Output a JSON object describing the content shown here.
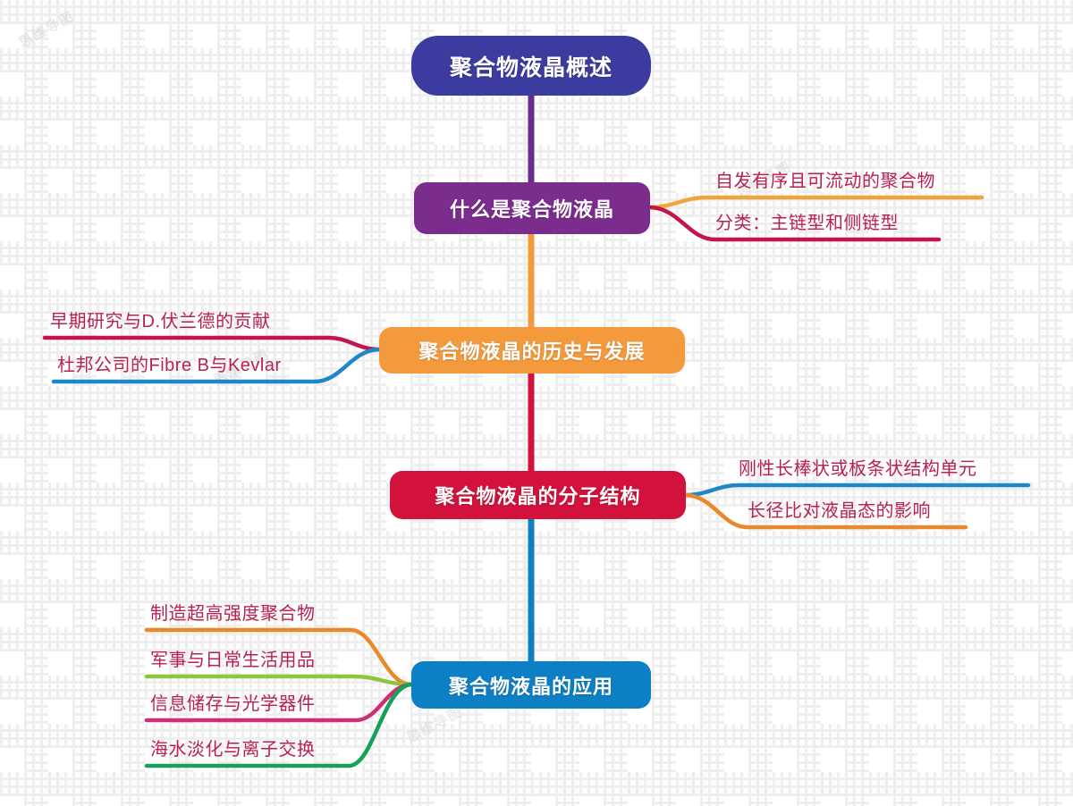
{
  "map": {
    "title": "聚合物液晶概述",
    "background_color": "#fdfdfd"
  },
  "root": {
    "label": "聚合物液晶概述",
    "color": "#3c3ca0"
  },
  "nodes": [
    {
      "label": "什么是聚合物液晶",
      "color": "#7b2d8e",
      "connector_color": "#6b2a8c",
      "branches": [
        {
          "label": "自发有序且可流动的聚合物",
          "line_color": "#f0a43c",
          "side": "right"
        },
        {
          "label": "分类：主链型和侧链型",
          "line_color": "#c2154b",
          "side": "right"
        }
      ]
    },
    {
      "label": "聚合物液晶的历史与发展",
      "color": "#f59a3c",
      "connector_color": "#f59a3c",
      "branches": [
        {
          "label": "早期研究与D.伏兰德的贡献",
          "line_color": "#c2154b",
          "side": "left"
        },
        {
          "label": "杜邦公司的Fibre B与Kevlar",
          "line_color": "#1e87c8",
          "side": "left"
        }
      ]
    },
    {
      "label": "聚合物液晶的分子结构",
      "color": "#d2123d",
      "connector_color": "#d2123d",
      "branches": [
        {
          "label": "刚性长棒状或板条状结构单元",
          "line_color": "#1e87c8",
          "side": "right"
        },
        {
          "label": "长径比对液晶态的影响",
          "line_color": "#e8892a",
          "side": "right"
        }
      ]
    },
    {
      "label": "聚合物液晶的应用",
      "color": "#0d7fc4",
      "connector_color": "#0d7fc4",
      "branches": [
        {
          "label": "制造超高强度聚合物",
          "line_color": "#e8892a",
          "side": "left"
        },
        {
          "label": "军事与日常生活用品",
          "line_color": "#8cc63e",
          "side": "left"
        },
        {
          "label": "信息储存与光学器件",
          "line_color": "#cc2f73",
          "side": "left"
        },
        {
          "label": "海水淡化与离子交换",
          "line_color": "#16a05a",
          "side": "left"
        }
      ]
    }
  ],
  "leaf_text_color": "#b9214f",
  "watermarks": [
    "思维导图",
    "思维导图",
    "思维导图",
    "思维导图"
  ]
}
